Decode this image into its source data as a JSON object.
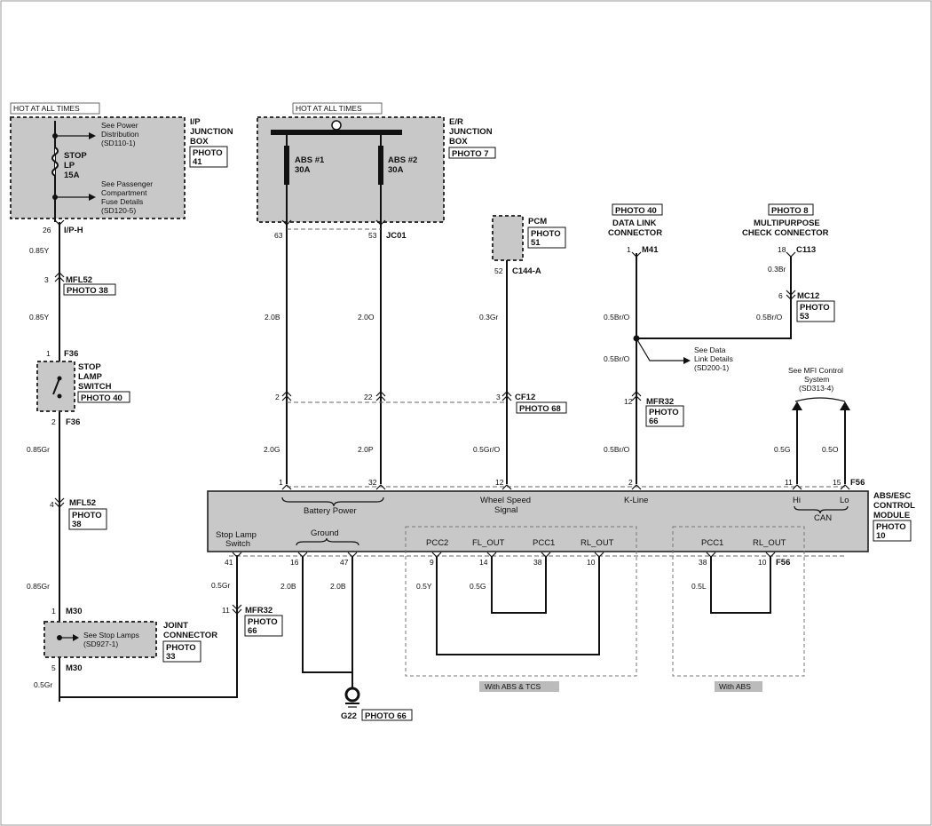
{
  "boxes": {
    "ip_hot": "HOT AT ALL TIMES",
    "er_hot": "HOT AT ALL TIMES",
    "ip_title": [
      "I/P",
      "JUNCTION",
      "BOX"
    ],
    "ip_photo": [
      "PHOTO",
      "41"
    ],
    "ip_see1": [
      "See Power",
      "Distribution",
      "(SD110-1)"
    ],
    "ip_see2": [
      "See Passenger",
      "Compartment",
      "Fuse Details",
      "(SD120-5)"
    ],
    "fuse_stop": [
      "STOP",
      "LP",
      "15A"
    ],
    "er_title": [
      "E/R",
      "JUNCTION",
      "BOX"
    ],
    "er_photo": "PHOTO 7",
    "abs1": [
      "ABS #1",
      "30A"
    ],
    "abs2": [
      "ABS #2",
      "30A"
    ],
    "pcm_title": "PCM",
    "pcm_photo": [
      "PHOTO",
      "51"
    ],
    "dlc_photo": "PHOTO 40",
    "dlc_title": [
      "DATA LINK",
      "CONNECTOR"
    ],
    "mpc_photo": "PHOTO 8",
    "mpc_title": [
      "MULTIPURPOSE",
      "CHECK CONNECTOR"
    ],
    "sls_title": [
      "STOP",
      "LAMP",
      "SWITCH"
    ],
    "sls_photo": "PHOTO 40",
    "jc_title": [
      "JOINT",
      "CONNECTOR"
    ],
    "jc_see": [
      "See Stop Lamps",
      "(SD927-1)"
    ],
    "jc_photo": [
      "PHOTO",
      "33"
    ],
    "module_title": [
      "ABS/ESC",
      "CONTROL",
      "MODULE"
    ],
    "module_photo": [
      "PHOTO",
      "10"
    ],
    "see_data_link": [
      "See Data",
      "Link Details",
      "(SD200-1)"
    ],
    "see_mfi": [
      "See MFI Control",
      "System",
      "(SD313-4)"
    ],
    "ground_label": "G22",
    "ground_photo": "PHOTO 66",
    "with_abs_tcs": "With ABS & TCS",
    "with_abs": "With ABS"
  },
  "connectors": {
    "ip_h": "I/P-H",
    "ip_h_pin": "26",
    "mfl52_a": "MFL52",
    "mfl52_a_pin": "3",
    "mfl52_a_photo": "PHOTO 38",
    "f36_a": "F36",
    "f36_a_pin": "1",
    "f36_b": "F36",
    "f36_b_pin": "2",
    "mfl52_b": "MFL52",
    "mfl52_b_pin": "4",
    "mfl52_b_photo": [
      "PHOTO",
      "38"
    ],
    "m30_a": "M30",
    "m30_a_pin": "1",
    "m30_b": "M30",
    "m30_b_pin": "5",
    "mfr32_a": "MFR32",
    "mfr32_a_pin": "11",
    "mfr32_a_photo": [
      "PHOTO",
      "66"
    ],
    "er_pin1": "63",
    "er_pin2": "53",
    "jc01": "JC01",
    "pcm_pin": "52",
    "c144a": "C144-A",
    "m41": "M41",
    "m41_pin": "1",
    "c113": "C113",
    "c113_pin": "18",
    "mc12": "MC12",
    "mc12_pin": "6",
    "mc12_photo": [
      "PHOTO",
      "53"
    ],
    "cf_pin1": "2",
    "cf_pin2": "22",
    "cf_pin3": "3",
    "cf12": "CF12",
    "cf12_photo": "PHOTO 68",
    "mfr32_b": "MFR32",
    "mfr32_b_pin": "12",
    "mfr32_b_photo": [
      "PHOTO",
      "66"
    ],
    "f56_top": "F56",
    "f56_bot": "F56"
  },
  "wires": {
    "w085y_1": "0.85Y",
    "w085y_2": "0.85Y",
    "w085gr_1": "0.85Gr",
    "w085gr_2": "0.85Gr",
    "w05gr_1": "0.5Gr",
    "w05gr_2": "0.5Gr",
    "w20b_1": "2.0B",
    "w20o": "2.0O",
    "w20g": "2.0G",
    "w20p": "2.0P",
    "w03gr": "0.3Gr",
    "w05gro": "0.5Gr/O",
    "w05bro_1": "0.5Br/O",
    "w05bro_2": "0.5Br/O",
    "w05bro_3": "0.5Br/O",
    "w05bro_4": "0.5Br/O",
    "w03br": "0.3Br",
    "w05g_can": "0.5G",
    "w05o_can": "0.5O",
    "w20b_g1": "2.0B",
    "w20b_g2": "2.0B",
    "w05y": "0.5Y",
    "w05g": "0.5G",
    "w05l": "0.5L"
  },
  "module_pins": {
    "top": [
      "1",
      "32",
      "12",
      "2",
      "11",
      "15"
    ],
    "bottom": [
      "41",
      "16",
      "47",
      "9",
      "14",
      "38",
      "10",
      "38",
      "10"
    ],
    "labels_top": [
      "Battery Power",
      "Wheel Speed",
      "Signal",
      "K-Line",
      "Hi",
      "Lo",
      "CAN"
    ],
    "labels_bottom": [
      "Stop Lamp",
      "Switch",
      "Ground",
      "PCC2",
      "FL_OUT",
      "PCC1",
      "RL_OUT",
      "PCC1",
      "RL_OUT"
    ]
  }
}
